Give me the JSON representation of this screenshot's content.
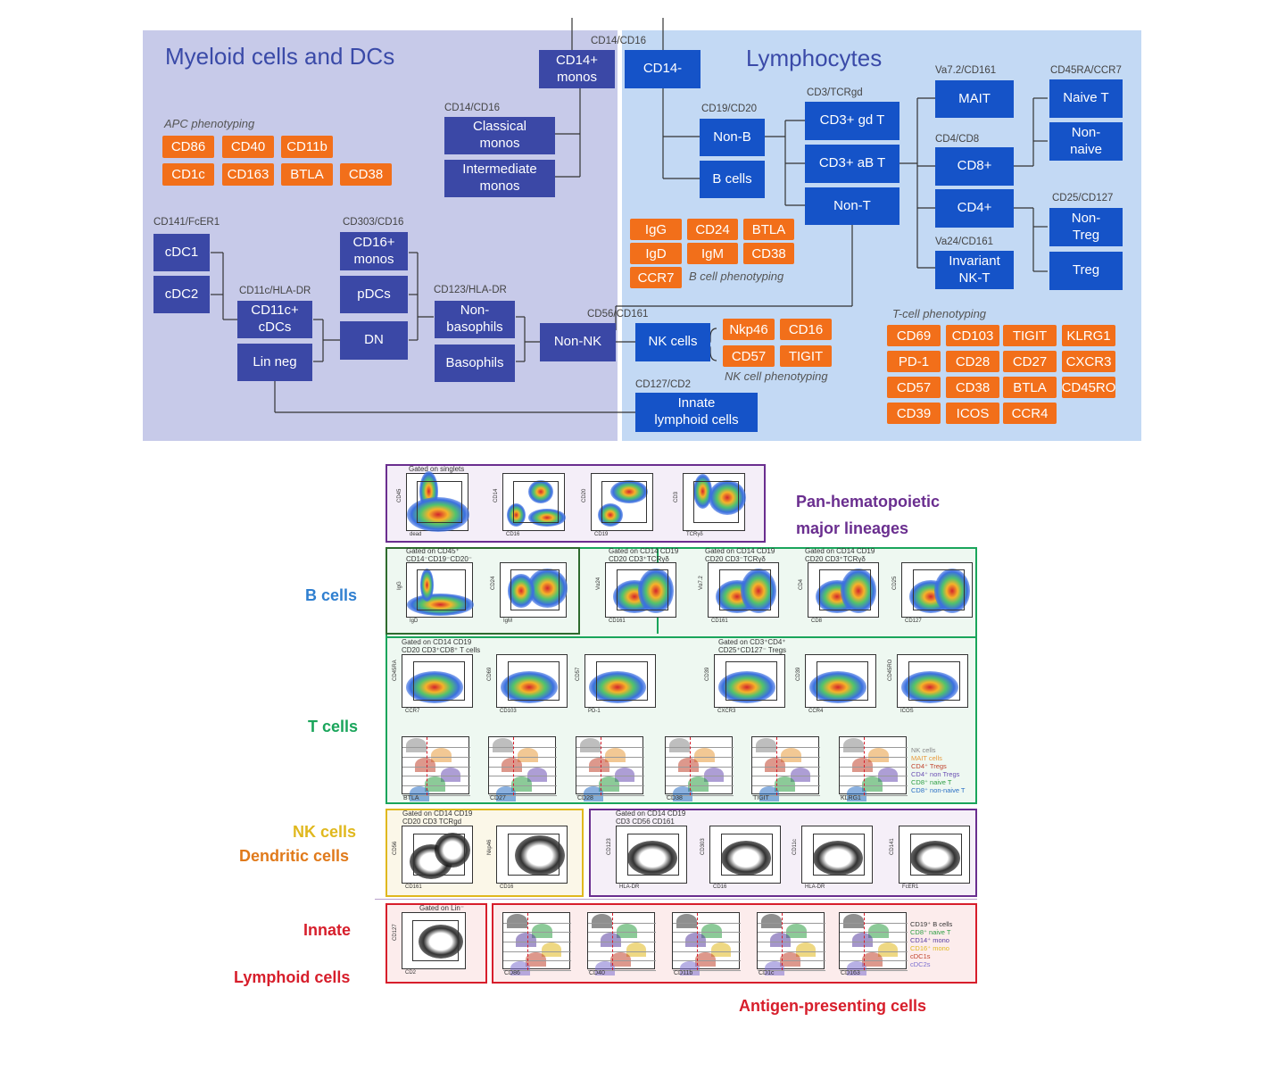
{
  "colors": {
    "myeloid_bg": "#c7cae9",
    "lymph_bg": "#c3d9f4",
    "myeloid_box": "#3b48a6",
    "lymph_box": "#1553c8",
    "marker": "#f26f1a",
    "purple": "#6a2e8f",
    "green": "#1aa55b",
    "dark_green": "#2e6b2e",
    "blue_label": "#2f7fd0",
    "yellow": "#e0b81e",
    "orange": "#e07a1b",
    "red": "#d71e2b"
  },
  "diagram": {
    "myeloid_title": "Myeloid cells and DCs",
    "lymph_title": "Lymphocytes",
    "apc_label": "APC phenotyping",
    "apc_markers": [
      "CD86",
      "CD40",
      "CD11b",
      "CD1c",
      "CD163",
      "BTLA",
      "CD38"
    ],
    "gate_labels": {
      "cd14_cd16_top": "CD14/CD16",
      "cd14_cd16": "CD14/CD16",
      "cd141": "CD141/FcER1",
      "cd303": "CD303/CD16",
      "cd11c": "CD11c/HLA-DR",
      "cd123": "CD123/HLA-DR",
      "cd56": "CD56/CD161",
      "cd127": "CD127/CD2",
      "cd19": "CD19/CD20",
      "cd3": "CD3/TCRgd",
      "va72": "Va7.2/CD161",
      "cd4cd8": "CD4/CD8",
      "va24": "Va24/CD161",
      "cd45ra": "CD45RA/CCR7",
      "cd25": "CD25/CD127"
    },
    "myeloid_boxes": {
      "cd14pos": "CD14+\nmonos",
      "classical": "Classical\nmonos",
      "intermediate": "Intermediate\nmonos",
      "cdc1": "cDC1",
      "cdc2": "cDC2",
      "cd16mono": "CD16+\nmonos",
      "pdcs": "pDCs",
      "dn": "DN",
      "cd11c_cdcs": "CD11c+\ncDCs",
      "lin_neg": "Lin neg",
      "non_baso": "Non-\nbasophils",
      "baso": "Basophils",
      "non_nk": "Non-NK"
    },
    "lymph_boxes": {
      "cd14neg": "CD14-",
      "nonb": "Non-B",
      "bcells": "B cells",
      "gdt": "CD3+ gd T",
      "abt": "CD3+ aB T",
      "nont": "Non-T",
      "mait": "MAIT",
      "cd8": "CD8+",
      "cd4": "CD4+",
      "inkt": "Invariant\nNK-T",
      "naive": "Naive T",
      "nonnaive": "Non-\nnaive",
      "nontreg": "Non-\nTreg",
      "treg": "Treg",
      "nk": "NK cells",
      "ilc": "Innate\nlymphoid cells"
    },
    "b_markers": [
      "IgG",
      "CD24",
      "BTLA",
      "IgD",
      "IgM",
      "CD38",
      "CCR7"
    ],
    "b_label": "B cell phenotyping",
    "nk_markers": [
      "Nkp46",
      "CD16",
      "CD57",
      "TIGIT"
    ],
    "nk_label": "NK cell phenotyping",
    "t_label": "T-cell phenotyping",
    "t_markers": [
      "CD69",
      "CD103",
      "TIGIT",
      "KLRG1",
      "PD-1",
      "CD28",
      "CD27",
      "CXCR3",
      "CD57",
      "CD38",
      "BTLA",
      "CD45RO",
      "CD39",
      "ICOS",
      "CCR4"
    ]
  },
  "gating": {
    "group_labels": {
      "pan": "Pan-hematopoietic\nmajor lineages",
      "b": "B cells",
      "t": "T cells",
      "nk": "NK cells",
      "dc": "Dendritic cells",
      "innate": "Innate",
      "lymphoid": "Lymphoid cells",
      "apc": "Antigen-presenting cells"
    },
    "plot_titles": {
      "singlets": "Gated on singlets",
      "b_gate": "Gated on CD45⁺\nCD14⁻CD19⁻CD20⁻",
      "t1": "Gated on CD14 CD19\nCD20 CD3⁺TCRγδ",
      "t2": "Gated on CD14 CD19\nCD20 CD3⁻TCRγδ",
      "t3": "Gated on CD14 CD19\nCD20 CD3⁺TCRγδ",
      "t4": "Gated on CD14 CD19\nCD20 CD3⁺CD8⁺ T cells",
      "t5": "Gated on CD3⁺CD4⁺\nCD25⁺CD127⁻ Tregs",
      "nk": "Gated on CD14 CD19\nCD20 CD3 TCRgd",
      "dc": "Gated on CD14 CD19\nCD3 CD56 CD161",
      "ilc": "Gated on Lin⁻"
    },
    "t_hist_markers": [
      "BTLA",
      "CD27",
      "CD28",
      "CD38",
      "TIGIT",
      "KLRG1"
    ],
    "t_legend": [
      "NK cells",
      "MAIT cells",
      "CD4⁺ Tregs",
      "CD4⁺ non Tregs",
      "CD8⁺ naive T",
      "CD8⁺ non-naive T"
    ],
    "t_legend_colors": [
      "#888888",
      "#e89a3c",
      "#c1442e",
      "#6a4fb3",
      "#2e9e44",
      "#2a6fc4"
    ],
    "apc_hist_markers": [
      "CD86",
      "CD40",
      "CD11b",
      "CD1c",
      "CD163"
    ],
    "apc_legend": [
      "CD19⁺ B cells",
      "CD8⁺ naive T",
      "CD14⁺ mono",
      "CD16⁺ mono",
      "cDC1s",
      "cDC2s"
    ],
    "apc_legend_colors": [
      "#333333",
      "#2e9e44",
      "#5a3fa0",
      "#e0b81e",
      "#c1442e",
      "#7b6fd0"
    ],
    "pan_axes": [
      [
        "CD45",
        "dead"
      ],
      [
        "CD14",
        "CD16"
      ],
      [
        "CD20",
        "CD19"
      ],
      [
        "CD3",
        "TCRγδ"
      ]
    ],
    "b_axes": [
      [
        "IgG",
        "IgD"
      ],
      [
        "CD24",
        "IgM"
      ]
    ],
    "t_row1_axes": [
      [
        "Vα24",
        "CD161"
      ],
      [
        "Vα7.2",
        "CD161"
      ],
      [
        "CD4",
        "CD8"
      ],
      [
        "CD25",
        "CD127"
      ]
    ],
    "t_row2_axes": [
      [
        "CD45RA",
        "CCR7"
      ],
      [
        "CD69",
        "CD103"
      ],
      [
        "CD57",
        "PD-1"
      ],
      [
        "CD39",
        "CXCR3"
      ],
      [
        "CD39",
        "CCR4"
      ],
      [
        "CD45RO",
        "ICOS"
      ]
    ],
    "nk_axes": [
      [
        "CD56",
        "CD161"
      ],
      [
        "Nkp46",
        "CD16"
      ]
    ],
    "dc_axes": [
      [
        "CD123",
        "HLA-DR"
      ],
      [
        "CD303",
        "CD16"
      ],
      [
        "CD11c",
        "HLA-DR"
      ],
      [
        "CD141",
        "FcER1"
      ]
    ],
    "ilc_axes": [
      [
        "CD127",
        "CD2"
      ]
    ]
  }
}
